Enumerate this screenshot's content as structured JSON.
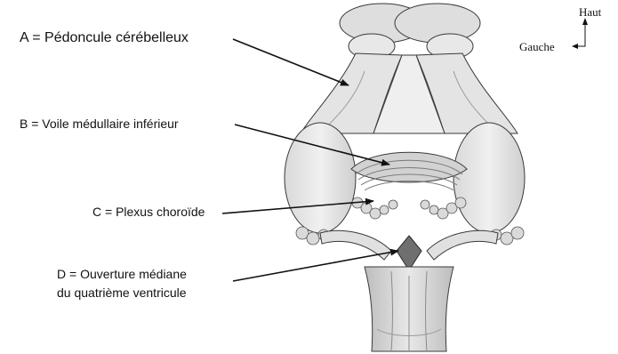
{
  "labels": {
    "a": "A = Pédoncule cérébelleux",
    "b": "B = Voile médullaire inférieur",
    "c": "C = Plexus choroïde",
    "d_line1": "D = Ouverture médiane",
    "d_line2": "du quatrième ventricule"
  },
  "orientation": {
    "up": "Haut",
    "left": "Gauche"
  },
  "colors": {
    "tissue_light": "#e6e6e6",
    "tissue_mid": "#c8c8c8",
    "tissue_dark": "#8a8a8a",
    "outline": "#3a3a3a"
  }
}
